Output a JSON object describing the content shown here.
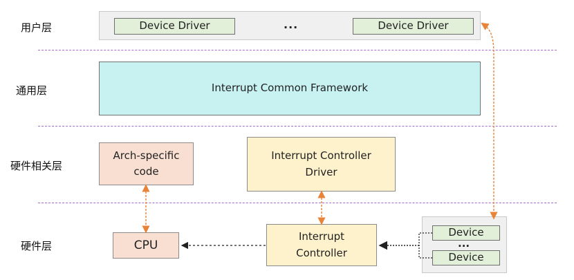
{
  "layers": {
    "user": "用户层",
    "common": "通用层",
    "hardware_related": "硬件相关层",
    "hardware": "硬件层"
  },
  "user_layer": {
    "driver_left": "Device Driver",
    "ellipsis": "...",
    "driver_right": "Device Driver"
  },
  "common_layer": {
    "framework": "Interrupt Common Framework"
  },
  "hw_related_layer": {
    "arch_line1": "Arch-specific",
    "arch_line2": "code",
    "icd_line1": "Interrupt Controller",
    "icd_line2": "Driver"
  },
  "hw_layer": {
    "cpu": "CPU",
    "ic_line1": "Interrupt",
    "ic_line2": "Controller",
    "device_top": "Device",
    "ellipsis": "...",
    "device_bottom": "Device"
  },
  "colors": {
    "user_panel": "#f0f0f0",
    "device_driver_fill": "#e2efd9",
    "framework_fill": "#c8f2f2",
    "arch_fill": "#f8dfd2",
    "controller_fill": "#fef2cc",
    "separator": "#a46bc8",
    "orange_arrow": "#e8833a"
  }
}
